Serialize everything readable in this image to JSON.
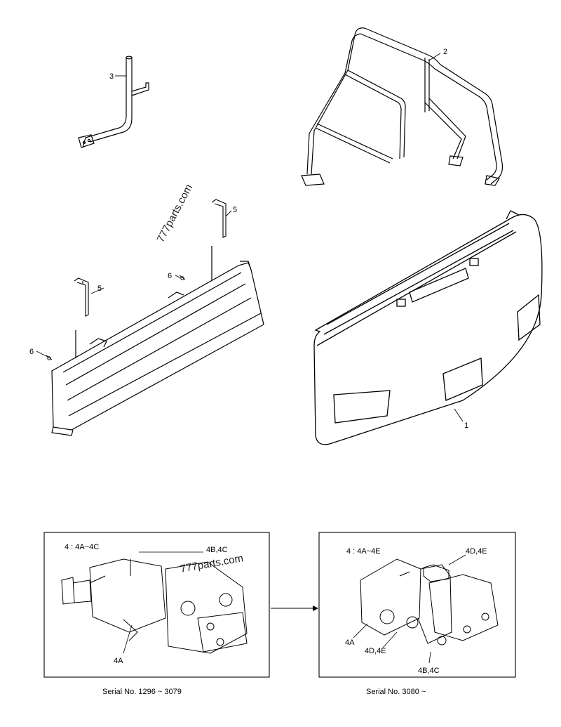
{
  "callouts": {
    "part1": "1",
    "part2": "2",
    "part3": "3",
    "part5a": "5",
    "part5b": "5",
    "part6a": "6",
    "part6b": "6"
  },
  "watermarks": {
    "top": "777parts.com",
    "bottom": "777parts.com"
  },
  "left_box": {
    "heading": "4 : 4A~4C",
    "label_4b4c": "4B,4C",
    "label_4a": "4A",
    "caption": "Serial No. 1296 ~ 3079"
  },
  "right_box": {
    "heading": "4 : 4A~4E",
    "label_4d4e_top": "4D,4E",
    "label_4a": "4A",
    "label_4d4e_mid": "4D,4E",
    "label_4b4c": "4B,4C",
    "caption": "Serial No. 3080 ~"
  }
}
